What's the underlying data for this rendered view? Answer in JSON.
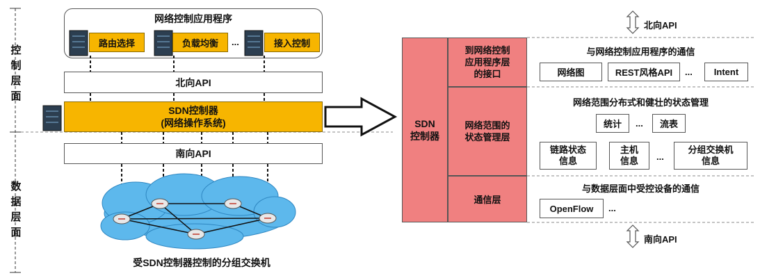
{
  "left_axis": {
    "control_plane": "控制层面",
    "data_plane": "数据层面"
  },
  "app_layer": {
    "title": "网络控制应用程序",
    "apps": [
      "路由选择",
      "负载均衡",
      "接入控制"
    ],
    "ellipsis": "..."
  },
  "northbound_api": "北向API",
  "sdn_controller": {
    "line1": "SDN控制器",
    "line2": "(网络操作系统)"
  },
  "southbound_api": "南向API",
  "switch_caption": "受SDN控制器控制的分组交换机",
  "right_panel": {
    "controller_label": "SDN\n控制器",
    "north_api": "北向API",
    "south_api": "南向API",
    "layers": [
      {
        "name": "到网络控制\n应用程序层\n的接口",
        "heading": "与网络控制应用程序的通信",
        "items": [
          "网络图",
          "REST风格API",
          "...",
          "Intent"
        ]
      },
      {
        "name": "网络范围的\n状态管理层",
        "heading": "网络范围分布式和健壮的状态管理",
        "items_row1": [
          "统计",
          "...",
          "流表"
        ],
        "items_row2": [
          "链路状态\n信息",
          "主机\n信息",
          "...",
          "分组交换机\n信息"
        ]
      },
      {
        "name": "通信层",
        "heading": "与数据层面中受控设备的通信",
        "items": [
          "OpenFlow",
          "..."
        ]
      }
    ]
  },
  "colors": {
    "controller_yellow": "#f7b500",
    "controller_pink": "#f08080",
    "cloud_blue": "#5db8ec"
  }
}
